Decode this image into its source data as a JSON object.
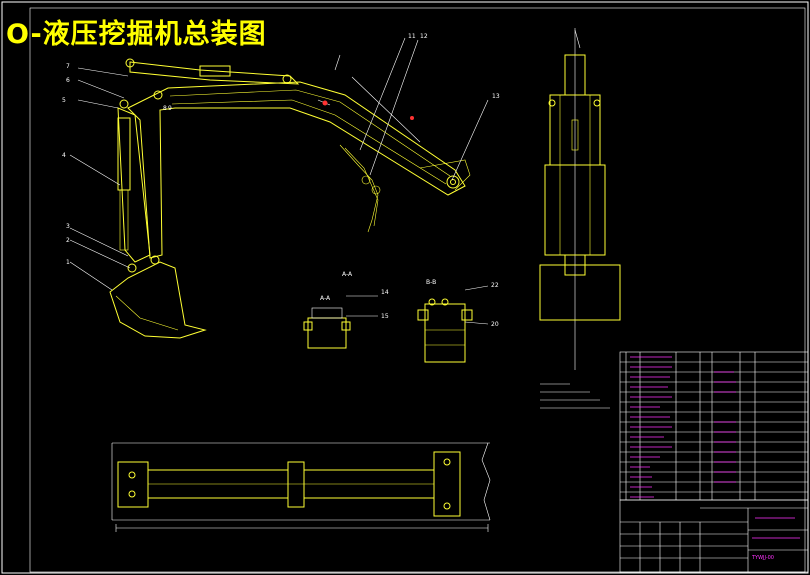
{
  "title": "O-液压挖掘机总装图",
  "section_labels": {
    "aa_main": "A-A",
    "aa_small": "A-A",
    "bb": "B-B"
  },
  "part_numbers": [
    "1",
    "2",
    "3",
    "4",
    "5",
    "6",
    "7",
    "8",
    "9",
    "11",
    "12",
    "13",
    "14",
    "15",
    "20",
    "22"
  ],
  "title_block": {
    "drawing_code": "TYWJJ-00"
  },
  "colors": {
    "outline": "#ffff33",
    "leader": "#ffffff",
    "frame": "#ffffff",
    "table_text": "#ff33ff"
  }
}
